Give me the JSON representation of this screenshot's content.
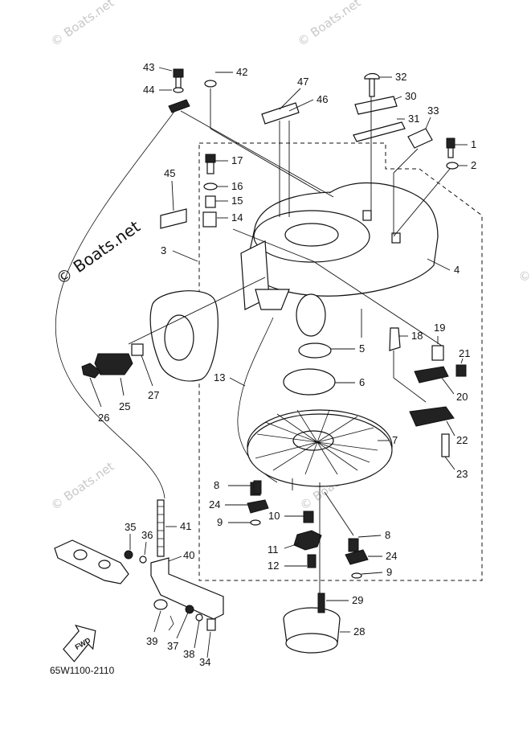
{
  "watermark": {
    "text": "© Boats.net"
  },
  "drawing_code": "65W1100-2110",
  "direction_marker": {
    "text": "FWD"
  },
  "callouts": {
    "n1": "1",
    "n2": "2",
    "n3": "3",
    "n4": "4",
    "n5": "5",
    "n6": "6",
    "n7": "7",
    "n8": "8",
    "n9": "9",
    "n10": "10",
    "n11": "11",
    "n12": "12",
    "n13": "13",
    "n14": "14",
    "n15": "15",
    "n16": "16",
    "n17": "17",
    "n18": "18",
    "n19": "19",
    "n20": "20",
    "n21": "21",
    "n22": "22",
    "n23": "23",
    "n24": "24",
    "n25": "25",
    "n26": "26",
    "n27": "27",
    "n28": "28",
    "n29": "29",
    "n30": "30",
    "n31": "31",
    "n32": "32",
    "n33": "33",
    "n34": "34",
    "n35": "35",
    "n36": "36",
    "n37": "37",
    "n38": "38",
    "n39": "39",
    "n40": "40",
    "n41": "41",
    "n42": "42",
    "n43": "43",
    "n44": "44",
    "n45": "45",
    "n46": "46",
    "n47": "47"
  }
}
